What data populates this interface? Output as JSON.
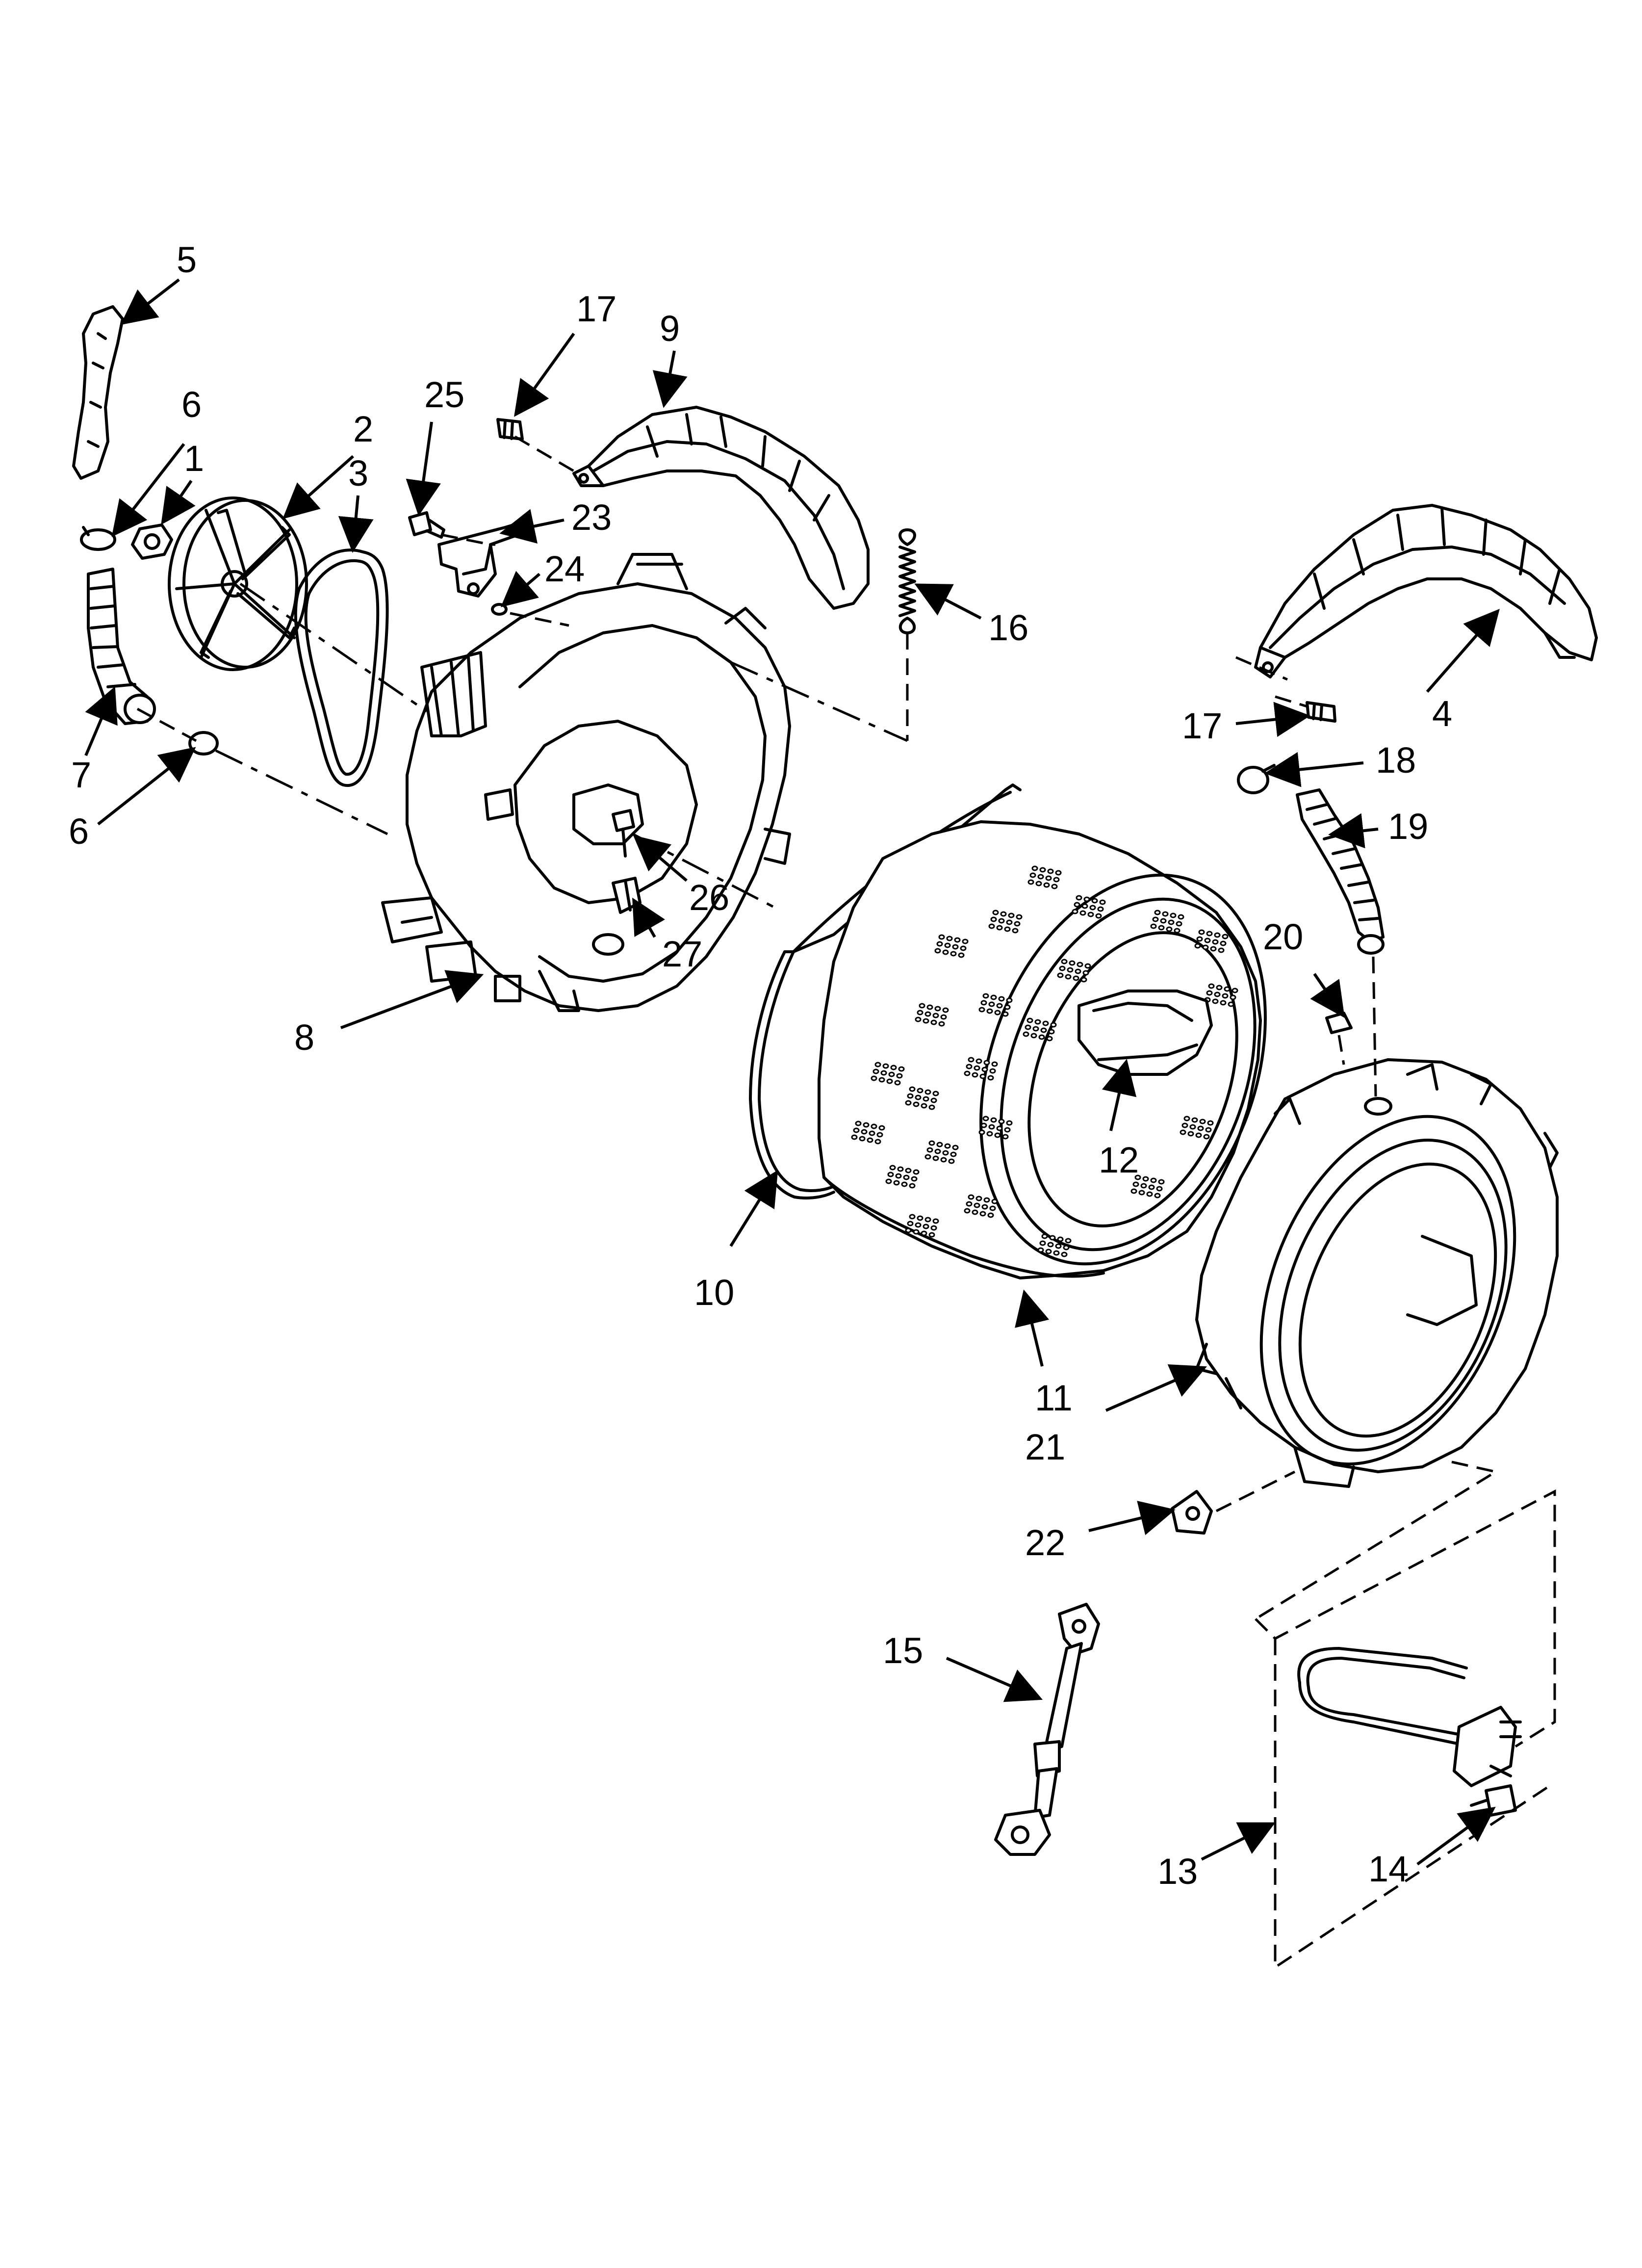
{
  "diagram": {
    "callouts": [
      {
        "id": "c5",
        "label": "5"
      },
      {
        "id": "c6a",
        "label": "6"
      },
      {
        "id": "c1",
        "label": "1"
      },
      {
        "id": "c2",
        "label": "2"
      },
      {
        "id": "c3",
        "label": "3"
      },
      {
        "id": "c7",
        "label": "7"
      },
      {
        "id": "c6b",
        "label": "6"
      },
      {
        "id": "c25",
        "label": "25"
      },
      {
        "id": "c17a",
        "label": "17"
      },
      {
        "id": "c9",
        "label": "9"
      },
      {
        "id": "c23",
        "label": "23"
      },
      {
        "id": "c24",
        "label": "24"
      },
      {
        "id": "c16",
        "label": "16"
      },
      {
        "id": "c26",
        "label": "26"
      },
      {
        "id": "c27",
        "label": "27"
      },
      {
        "id": "c8",
        "label": "8"
      },
      {
        "id": "c10",
        "label": "10"
      },
      {
        "id": "c11a",
        "label": "11"
      },
      {
        "id": "c12",
        "label": "12"
      },
      {
        "id": "c4",
        "label": "4"
      },
      {
        "id": "c17b",
        "label": "17"
      },
      {
        "id": "c18",
        "label": "18"
      },
      {
        "id": "c19",
        "label": "19"
      },
      {
        "id": "c20",
        "label": "20"
      },
      {
        "id": "c11b",
        "label": "11"
      },
      {
        "id": "c21",
        "label": "21"
      },
      {
        "id": "c22",
        "label": "22"
      },
      {
        "id": "c15",
        "label": "15"
      },
      {
        "id": "c13",
        "label": "13"
      },
      {
        "id": "c14",
        "label": "14"
      }
    ]
  }
}
